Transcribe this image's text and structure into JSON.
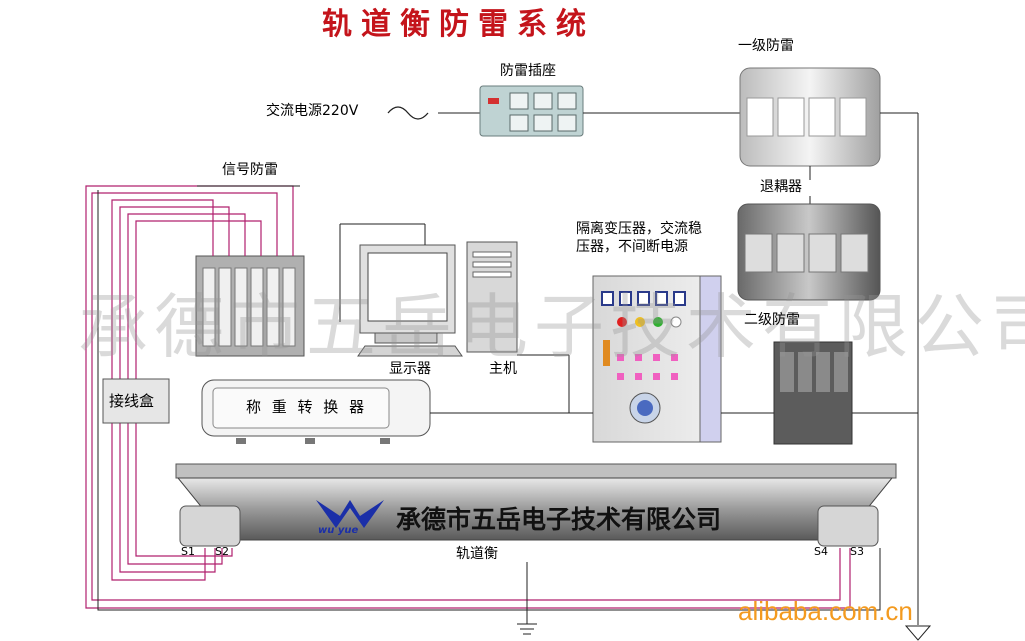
{
  "title": "轨道衡防雷系统",
  "watermark": "承德市五岳电子技术有限公司",
  "components": {
    "power_input": "交流电源220V",
    "socket": "防雷插座",
    "level1": "一级防雷",
    "decoupler": "退耦器",
    "level2": "二级防雷",
    "signal": "信号防雷",
    "transformer_line1": "隔离变压器，交流稳",
    "transformer_line2": "压器，不间断电源",
    "monitor": "显示器",
    "host": "主机",
    "junction_box": "接线盒",
    "weighing_converter": "称 重 转 换 器",
    "scale": "轨道衡"
  },
  "sensors": [
    "S1",
    "S2",
    "S4",
    "S3"
  ],
  "company": "承德市五岳电子技术有限公司",
  "logo_text": "wu yue",
  "footer": "alibaba.com.cn",
  "colors": {
    "title": "#c4141b",
    "wire": "#b0206e",
    "line": "#222222",
    "logo": "#1b2fa8",
    "footer": "#f39a1f"
  }
}
